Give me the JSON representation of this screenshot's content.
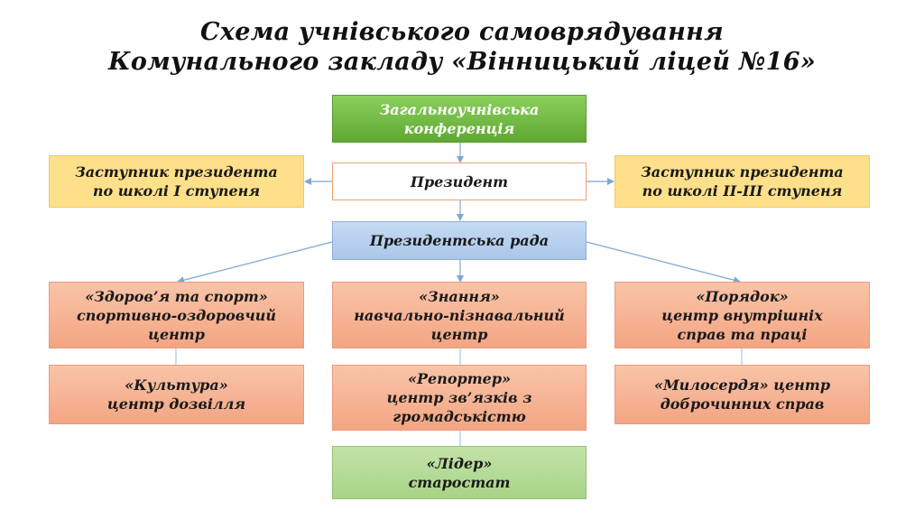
{
  "title": {
    "line1": "Схема учнівського самоврядування",
    "line2": "Комунального закладу «Вінницький ліцей №16»"
  },
  "nodes": {
    "conference": {
      "lines": [
        "Загальноучнівська",
        "конференція"
      ]
    },
    "president": {
      "lines": [
        "Президент"
      ]
    },
    "deputy_left": {
      "lines": [
        "Заступник президента",
        "по школі І ступеня"
      ]
    },
    "deputy_right": {
      "lines": [
        "Заступник президента",
        "по школі ІІ-ІІІ ступеня"
      ]
    },
    "council": {
      "lines": [
        "Президентська рада"
      ]
    },
    "health": {
      "lines": [
        "«Здоров’я та спорт»",
        "спортивно-оздоровчий",
        "центр"
      ]
    },
    "knowledge": {
      "lines": [
        "«Знання»",
        "навчально-пізнавальний",
        "центр"
      ]
    },
    "order": {
      "lines": [
        "«Порядок»",
        "центр внутрішніх",
        "справ та праці"
      ]
    },
    "culture": {
      "lines": [
        "«Культура»",
        "центр дозвілля"
      ]
    },
    "reporter": {
      "lines": [
        "«Репортер»",
        "центр зв’язків з",
        "громадськістю"
      ]
    },
    "mercy": {
      "lines": [
        "«Милосердя» центр",
        "доброчинних справ"
      ]
    },
    "leader": {
      "lines": [
        "«Лідер»",
        "старостат"
      ]
    }
  },
  "colors": {
    "arrow": "#7ea6d4",
    "connector": "#a9c4e4"
  }
}
